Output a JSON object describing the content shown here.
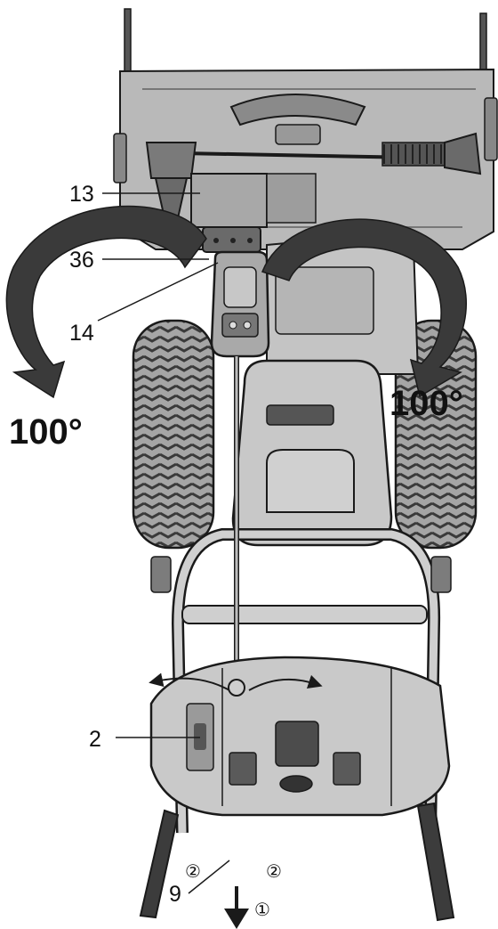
{
  "diagram": {
    "callouts": {
      "c13": "13",
      "c36": "36",
      "c14": "14",
      "c2": "2",
      "c9": "9"
    },
    "angles": {
      "left": "100°",
      "right": "100°"
    },
    "steps": {
      "pull_down": "①",
      "rotate_left": "②",
      "rotate_right": "②"
    }
  },
  "colors": {
    "line": "#1a1a1a",
    "body": "#bdbdbd",
    "body_light": "#d8d8d8",
    "body_dark": "#8e8e8e",
    "tire": "#9a9a9a",
    "arrow": "#3a3a3a"
  }
}
